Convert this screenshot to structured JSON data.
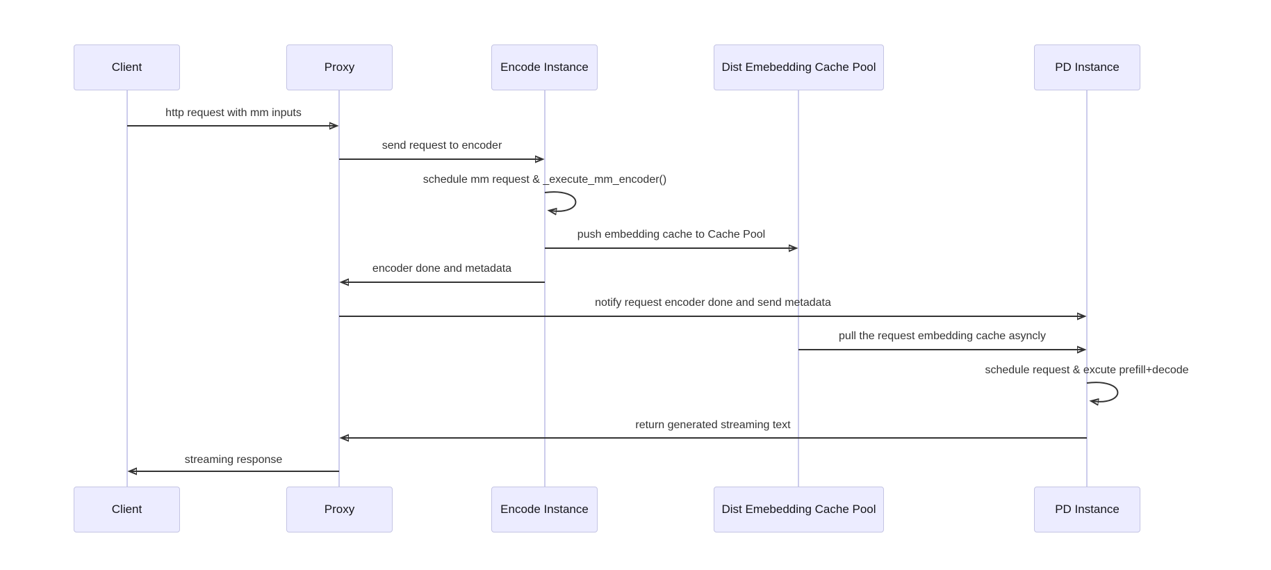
{
  "diagram": {
    "type": "sequence-diagram",
    "colors": {
      "background": "#ffffff",
      "actor_fill": "#ECECFF",
      "actor_border": "#c4c4e3",
      "lifeline": "#ccccec",
      "arrow": "#333333",
      "message_text": "#333333"
    }
  },
  "actors": [
    {
      "name": "Client"
    },
    {
      "name": "Proxy"
    },
    {
      "name": "Encode Instance"
    },
    {
      "name": "Dist Emebedding Cache Pool"
    },
    {
      "name": "PD Instance"
    }
  ],
  "messages": [
    {
      "text": "http request with mm inputs",
      "from": "Client",
      "to": "Proxy",
      "kind": "solid-arrow"
    },
    {
      "text": "send request to encoder",
      "from": "Proxy",
      "to": "Encode Instance",
      "kind": "solid-arrow"
    },
    {
      "text": "schedule mm request & _execute_mm_encoder()",
      "from": "Encode Instance",
      "to": "Encode Instance",
      "kind": "self-loop"
    },
    {
      "text": "push embedding cache to Cache Pool",
      "from": "Encode Instance",
      "to": "Dist Emebedding Cache Pool",
      "kind": "solid-arrow"
    },
    {
      "text": "encoder done and metadata",
      "from": "Encode Instance",
      "to": "Proxy",
      "kind": "solid-arrow"
    },
    {
      "text": "notify request encoder done and send metadata",
      "from": "Proxy",
      "to": "PD Instance",
      "kind": "solid-arrow"
    },
    {
      "text": "pull the request embedding cache asyncly",
      "from": "Dist Emebedding Cache Pool",
      "to": "PD Instance",
      "kind": "solid-arrow"
    },
    {
      "text": "schedule request & excute prefill+decode",
      "from": "PD Instance",
      "to": "PD Instance",
      "kind": "self-loop"
    },
    {
      "text": "return generated streaming text",
      "from": "PD Instance",
      "to": "Proxy",
      "kind": "solid-arrow"
    },
    {
      "text": "streaming response",
      "from": "Proxy",
      "to": "Client",
      "kind": "solid-arrow"
    }
  ]
}
